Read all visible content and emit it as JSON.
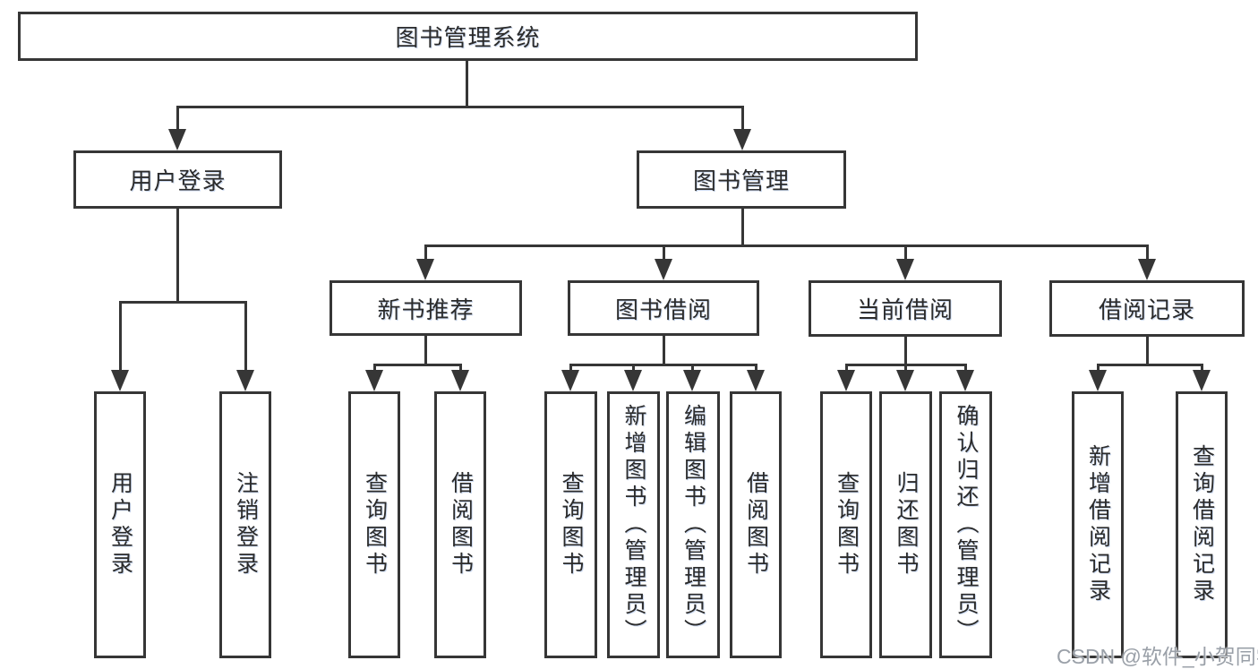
{
  "diagram": {
    "title": "图书管理系统",
    "nodes": {
      "root": "图书管理系统",
      "l2": [
        "用户登录",
        "图书管理"
      ],
      "l3": [
        "新书推荐",
        "图书借阅",
        "当前借阅",
        "借阅记录"
      ],
      "leaves": [
        "用户登录",
        "注销登录",
        "查询图书",
        "借阅图书",
        "查询图书",
        "新增图书（管理员）",
        "编辑图书（管理员）",
        "借阅图书",
        "查询图书",
        "归还图书",
        "确认归还（管理员）",
        "新增借阅记录",
        "查询借阅记录"
      ]
    },
    "colors": {
      "line": "#363636",
      "text": "#2b2b2b",
      "background": "#ffffff",
      "watermark_text": "#9aa0a8"
    }
  },
  "watermark": {
    "text": "CSDN @软件_小贺同学"
  }
}
